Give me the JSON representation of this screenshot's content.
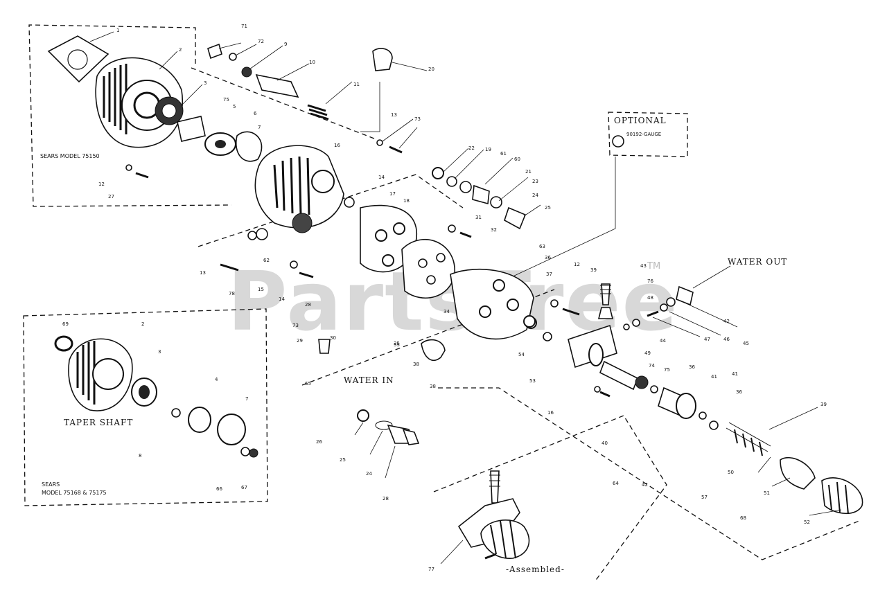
{
  "diagram": {
    "labels": {
      "optional_title": "OPTIONAL",
      "gauge_part": "90192-GAUGE",
      "water_out": "WATER OUT",
      "water_in": "WATER IN",
      "taper_shaft": "TAPER SHAFT",
      "sears_model_top": "SEARS MODEL 75150",
      "sears_bottom_1": "SEARS",
      "sears_bottom_2": "MODEL 75168 & 75175",
      "assembled": "-Assembled-"
    },
    "watermark": {
      "text": "PartsTree",
      "tm": "TM"
    },
    "callouts": [
      "1",
      "2",
      "3",
      "75",
      "5",
      "6",
      "7",
      "71",
      "72",
      "9",
      "10",
      "11",
      "20",
      "13",
      "73",
      "12",
      "27",
      "16",
      "14",
      "17",
      "18",
      "22",
      "19",
      "61",
      "60",
      "21",
      "23",
      "24",
      "25",
      "31",
      "32",
      "62",
      "13",
      "78",
      "15",
      "14",
      "28",
      "73",
      "29",
      "30",
      "34",
      "35",
      "63",
      "36",
      "37",
      "12",
      "39",
      "43",
      "76",
      "48",
      "47",
      "46",
      "45",
      "44",
      "49",
      "41",
      "42",
      "65",
      "38",
      "55",
      "54",
      "53",
      "26",
      "25",
      "24",
      "28",
      "40",
      "16",
      "74",
      "75",
      "36",
      "41",
      "36",
      "38",
      "39",
      "64",
      "42",
      "57",
      "50",
      "68",
      "51",
      "52",
      "77",
      "69",
      "2",
      "3",
      "4",
      "7",
      "8",
      "66",
      "67"
    ]
  }
}
